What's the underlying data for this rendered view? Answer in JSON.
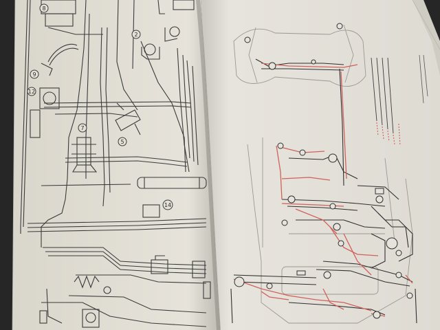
{
  "scene": {
    "description_free": true,
    "colors": {
      "background": "#262626",
      "left_page": "#e4e1d8",
      "right_page": "#e6e3dc",
      "ink": "#3a3a3a",
      "red_ink": "#d0605a"
    },
    "left_page_callouts": [
      "8",
      "2",
      "9",
      "12",
      "7",
      "5",
      "14"
    ],
    "right_page_callouts": [],
    "legend_lines": []
  }
}
